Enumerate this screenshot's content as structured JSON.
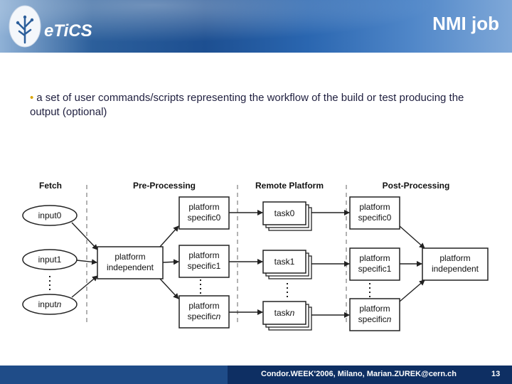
{
  "header": {
    "logo_text": "eTiCS",
    "title": "NMI job"
  },
  "content": {
    "bullet": "a set of user commands/scripts representing the workflow of the build or test producing the output (optional)"
  },
  "diagram": {
    "stages": [
      "Fetch",
      "Pre-Processing",
      "Remote Platform",
      "Post-Processing"
    ],
    "inputs": [
      "input0",
      "input1",
      "input"
    ],
    "input_suffix": "n",
    "pre_independent": [
      "platform",
      "independent"
    ],
    "pre_specific": [
      [
        "platform",
        "specific0"
      ],
      [
        "platform",
        "specific1"
      ],
      [
        "platform",
        "specific"
      ]
    ],
    "tasks": [
      "task0",
      "task1",
      "task"
    ],
    "post_specific": [
      [
        "platform",
        "specific0"
      ],
      [
        "platform",
        "specific1"
      ],
      [
        "platform",
        "specific"
      ]
    ],
    "post_independent": [
      "platform",
      "independent"
    ]
  },
  "footer": {
    "text": "Condor.WEEK'2006, Milano, Marian.ZUREK@cern.ch",
    "page": "13"
  }
}
